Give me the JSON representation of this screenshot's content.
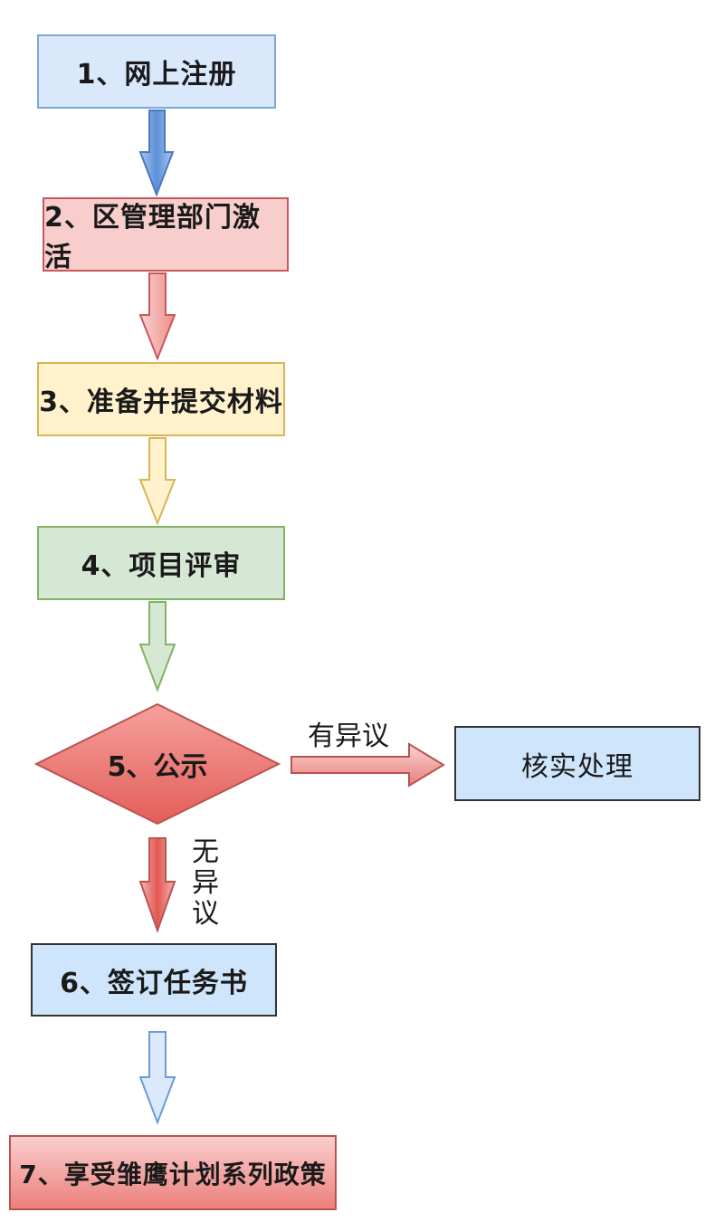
{
  "steps": {
    "register": "1、网上注册",
    "activate": "2、区管理部门激活",
    "submit": "3、准备并提交材料",
    "review": "4、项目评审",
    "publicity": "5、公示",
    "contract": "6、签订任务书",
    "policy": "7、享受雏鹰计划系列政策"
  },
  "branch": {
    "verify": "核实处理",
    "has_objection": "有异议",
    "no_objection": "无异议"
  },
  "colors": {
    "blue": "#d9e8fb",
    "red": "#f8cecc",
    "yellow": "#fff2cc",
    "green": "#d5e8d4",
    "light_blue": "#cfe5fb"
  }
}
